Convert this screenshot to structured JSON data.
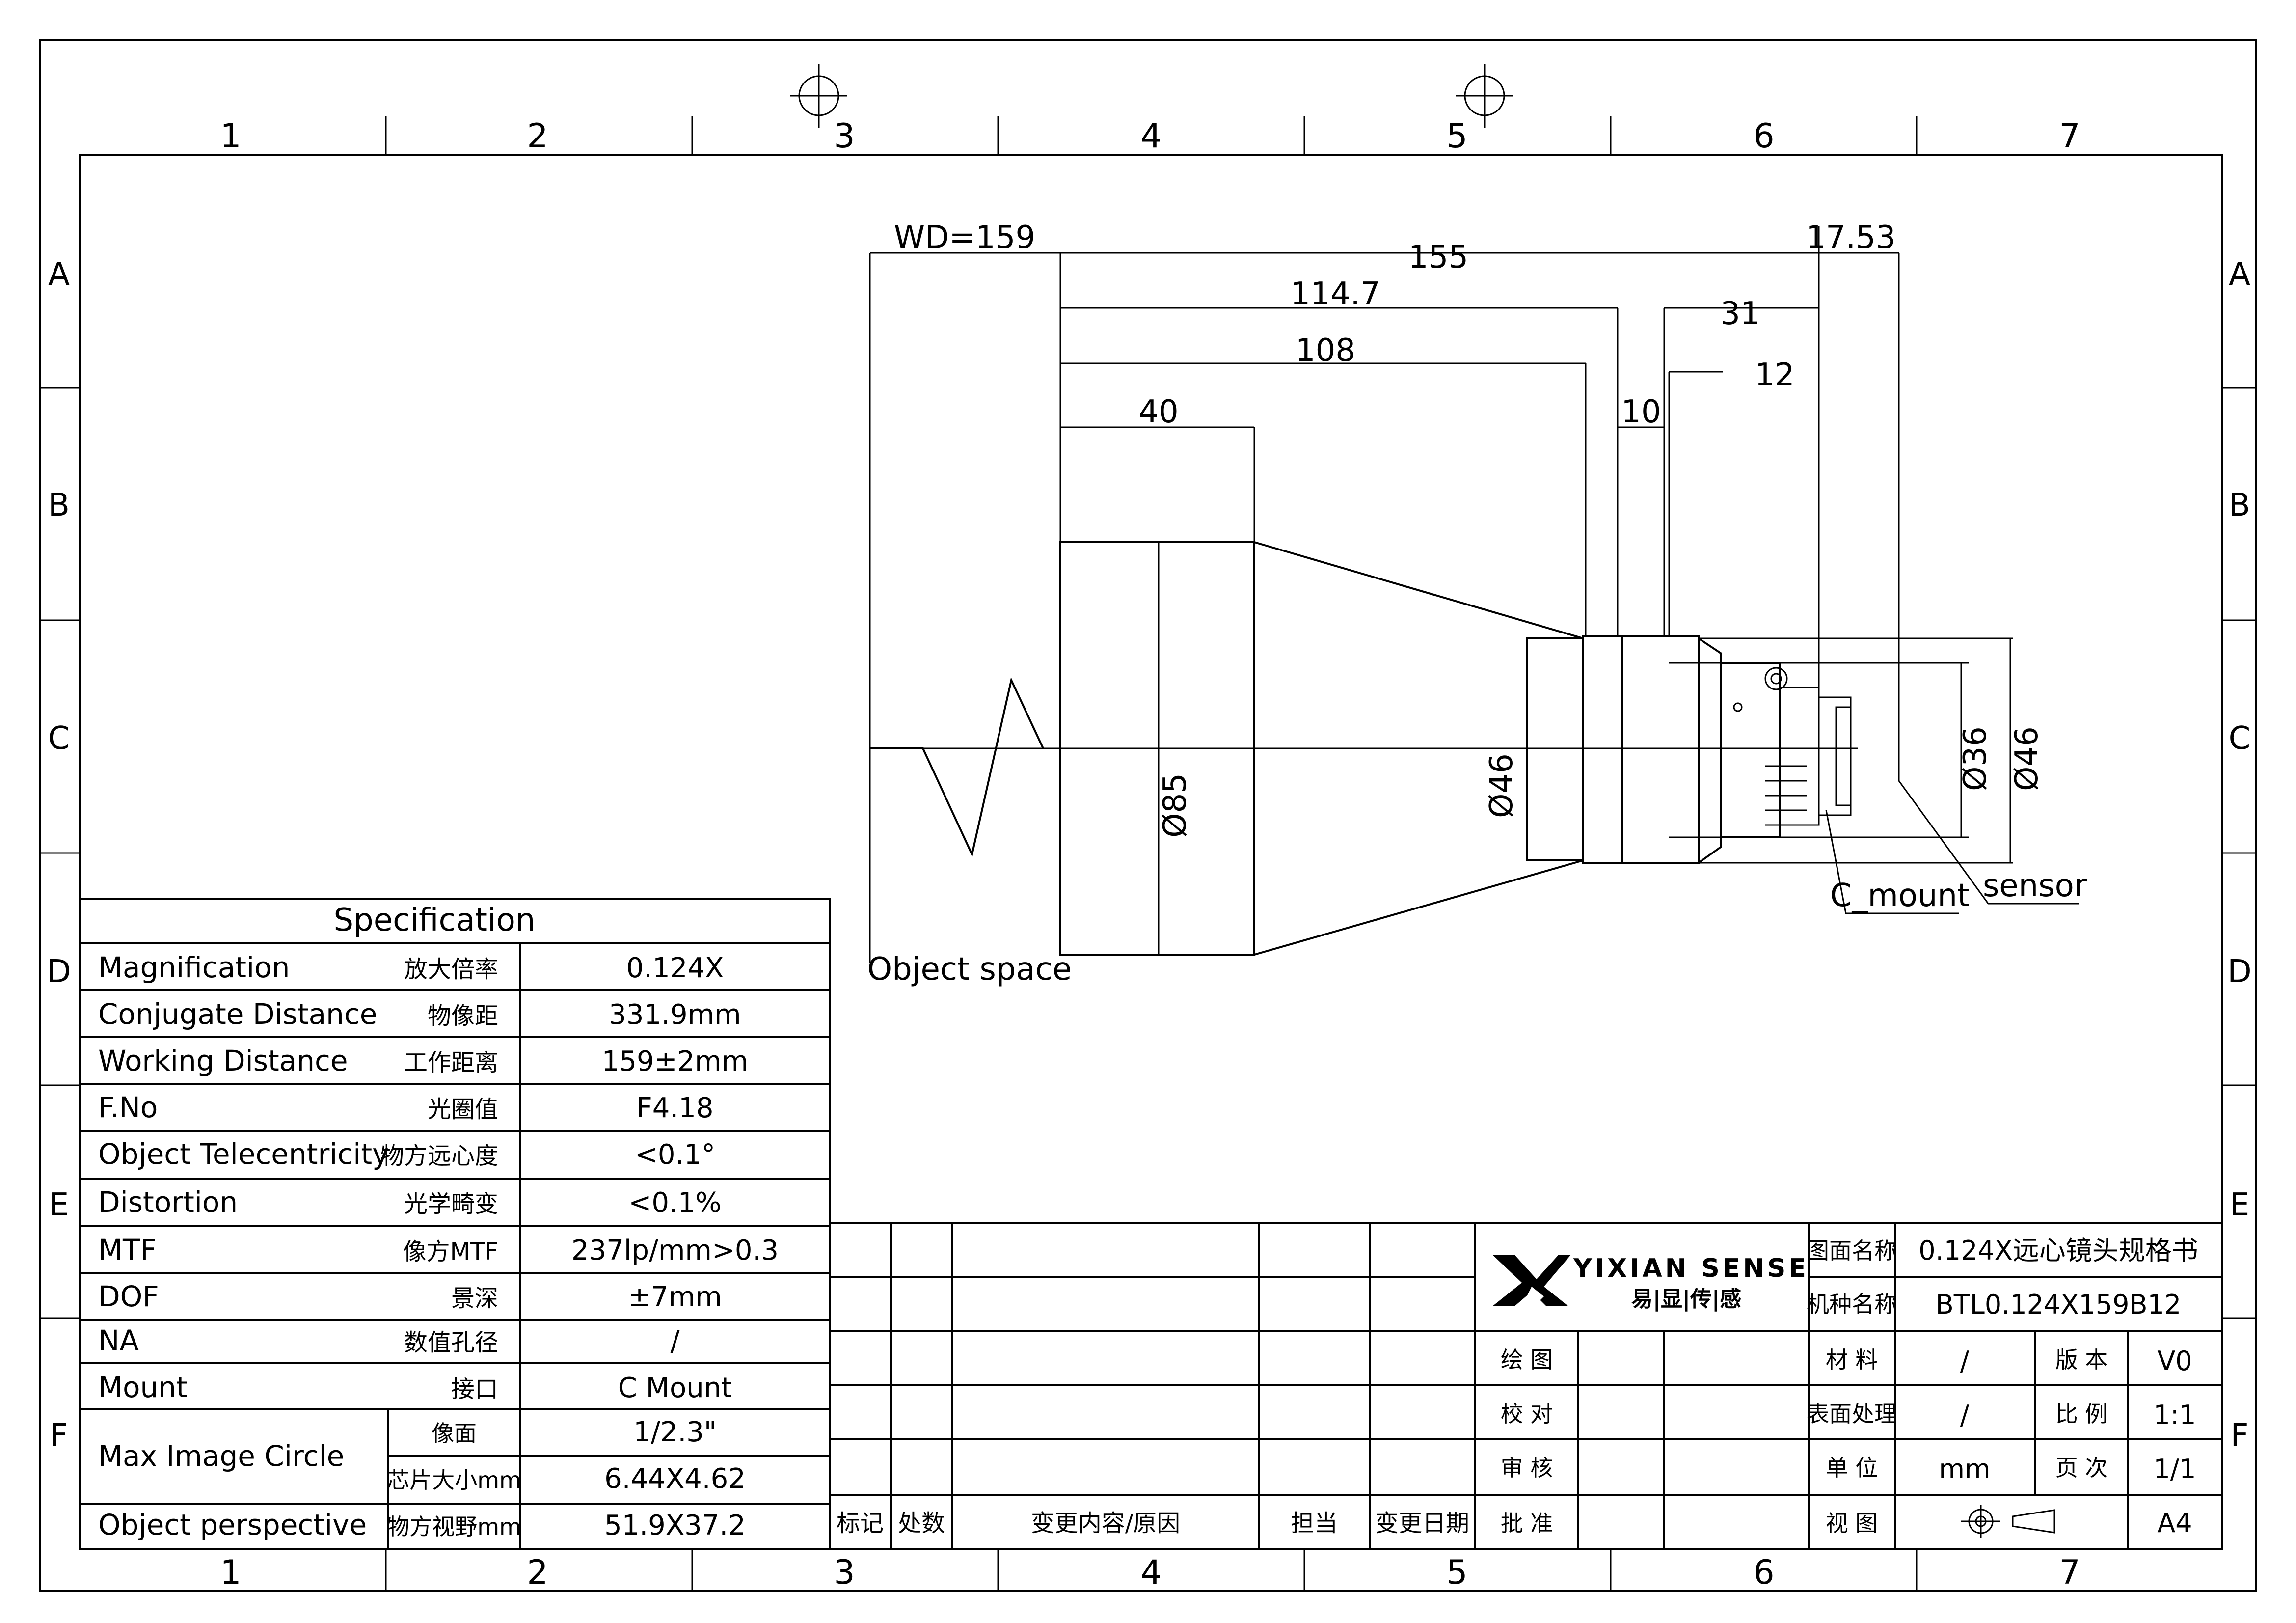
{
  "frame": {
    "col_labels": [
      "1",
      "2",
      "3",
      "4",
      "5",
      "6",
      "7"
    ],
    "row_labels": [
      "A",
      "B",
      "C",
      "D",
      "E",
      "F"
    ]
  },
  "spec": {
    "title": "Specification",
    "rows": [
      {
        "en": "Magnification",
        "cn": "放大倍率",
        "val": "0.124X"
      },
      {
        "en": "Conjugate Distance",
        "cn": "物像距",
        "val": "331.9mm"
      },
      {
        "en": "Working Distance",
        "cn": "工作距离",
        "val": "159±2mm"
      },
      {
        "en": "F.No",
        "cn": "光圈值",
        "val": "F4.18"
      },
      {
        "en": "Object Telecentricity",
        "cn": "物方远心度",
        "val": "<0.1°"
      },
      {
        "en": "Distortion",
        "cn": "光学畸变",
        "val": "<0.1%"
      },
      {
        "en": "MTF",
        "cn": "像方MTF",
        "val": "237lp/mm>0.3"
      },
      {
        "en": "DOF",
        "cn": "景深",
        "val": "±7mm"
      },
      {
        "en": "NA",
        "cn": "数值孔径",
        "val": "/"
      },
      {
        "en": "Mount",
        "cn": "接口",
        "val": "C Mount"
      }
    ],
    "mic": {
      "en": "Max Image Circle",
      "sub1": "像面",
      "val1": "1/2.3\"",
      "sub2": "芯片大小mm",
      "val2": "6.44X4.62"
    },
    "op": {
      "en": "Object perspective",
      "cn": "物方视野mm",
      "val": "51.9X37.2"
    }
  },
  "dims": {
    "wd": "WD=159",
    "l155": "155",
    "l17": "17.53",
    "l114": "114.7",
    "l31": "31",
    "l108": "108",
    "l12": "12",
    "l10": "10",
    "l40": "40",
    "d85": "Ø85",
    "d46": "Ø46",
    "d36": "Ø36",
    "d46b": "Ø46",
    "cmount": "C_mount",
    "sensor": "sensor",
    "objspace": "Object space"
  },
  "revision": {
    "h1": "标记",
    "h2": "处数",
    "h3": "变更内容/原因",
    "h4": "担当",
    "h5": "变更日期"
  },
  "title_block": {
    "brand": "YIXIAN SENSE",
    "brand_cn": "易|显|传|感",
    "drawing_name_label": "图面名称",
    "drawing_name": "0.124X远心镜头规格书",
    "model_label": "机种名称",
    "model": "BTL0.124X159B12",
    "drawn": "绘 图",
    "checked": "校 对",
    "reviewed": "审 核",
    "approved": "批 准",
    "material_label": "材 料",
    "material": "/",
    "version_label": "版 本",
    "version": "V0",
    "surface_label": "表面处理",
    "surface": "/",
    "scale_label": "比 例",
    "scale": "1:1",
    "unit_label": "单 位",
    "unit": "mm",
    "page_label": "页 次",
    "page": "1/1",
    "view_label": "视 图",
    "size": "A4"
  }
}
